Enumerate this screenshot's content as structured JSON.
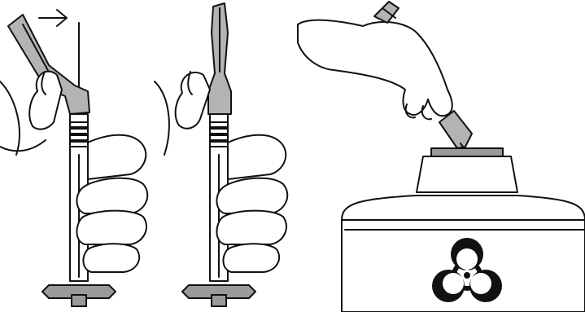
{
  "figure": {
    "panels": [
      {
        "name": "panel-1",
        "icon": "hand-bending-needle-shield-icon",
        "arrow": "right-arrow-icon"
      },
      {
        "name": "panel-2",
        "icon": "needle-shield-locked-icon"
      },
      {
        "name": "panel-3",
        "icon": "sharps-container-disposal-icon",
        "symbol": "biohazard-icon"
      }
    ],
    "colors": {
      "ink": "#111111",
      "shield_fill": "#b3b3b3",
      "base_fill": "#9a9a9a",
      "paper": "#ffffff"
    }
  }
}
